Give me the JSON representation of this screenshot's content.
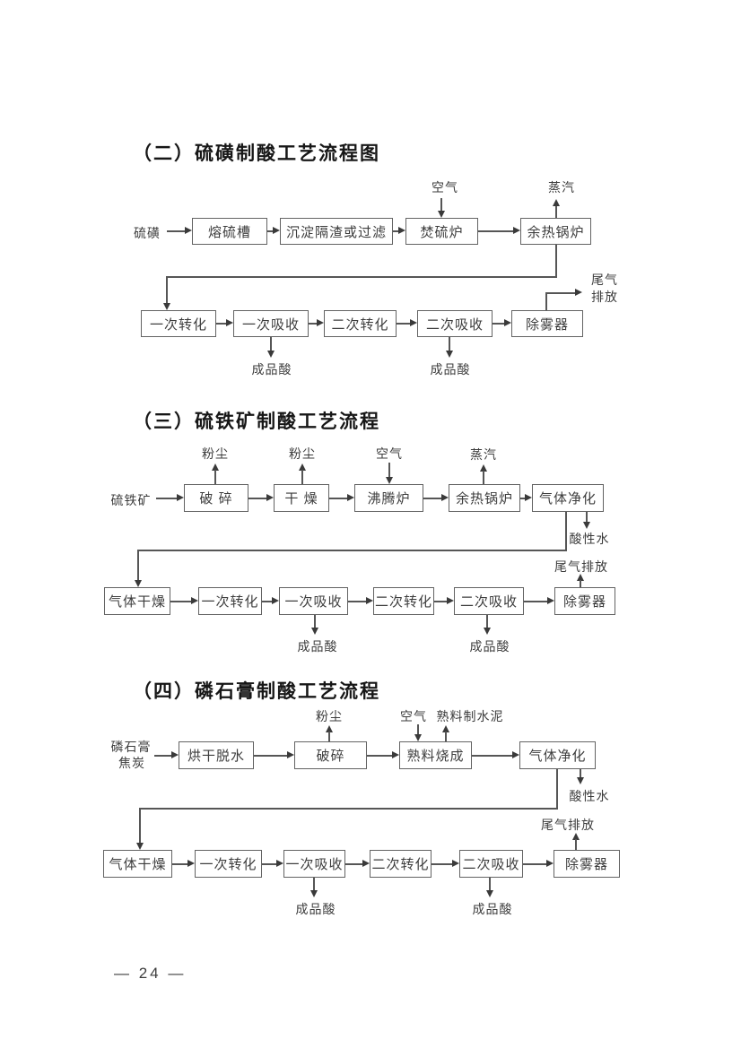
{
  "footer": {
    "page_number": "— 24 —"
  },
  "d1": {
    "title": "（二）硫磺制酸工艺流程图",
    "input": "硫磺",
    "row1": [
      "熔硫槽",
      "沉淀隔渣或过滤",
      "焚硫炉",
      "余热锅炉"
    ],
    "row2": [
      "一次转化",
      "一次吸收",
      "二次转化",
      "二次吸收",
      "除雾器"
    ],
    "labels": {
      "air": "空气",
      "steam": "蒸汽",
      "tail1": "尾气",
      "tail2": "排放",
      "acid": "成品酸"
    }
  },
  "d2": {
    "title": "（三）硫铁矿制酸工艺流程",
    "input": "硫铁矿",
    "row1": [
      "破 碎",
      "干 燥",
      "沸腾炉",
      "余热锅炉",
      "气体净化"
    ],
    "row2": [
      "气体干燥",
      "一次转化",
      "一次吸收",
      "二次转化",
      "二次吸收",
      "除雾器"
    ],
    "labels": {
      "dust": "粉尘",
      "air": "空气",
      "steam": "蒸汽",
      "acid_water": "酸性水",
      "tail": "尾气排放",
      "acid": "成品酸"
    }
  },
  "d3": {
    "title": "（四）磷石膏制酸工艺流程",
    "input1": "磷石膏",
    "input2": "焦炭",
    "row1": [
      "烘干脱水",
      "破碎",
      "熟料烧成",
      "气体净化"
    ],
    "row2": [
      "气体干燥",
      "一次转化",
      "一次吸收",
      "二次转化",
      "二次吸收",
      "除雾器"
    ],
    "labels": {
      "dust": "粉尘",
      "air": "空气",
      "clinker": "熟料制水泥",
      "acid_water": "酸性水",
      "tail": "尾气排放",
      "acid": "成品酸"
    }
  }
}
